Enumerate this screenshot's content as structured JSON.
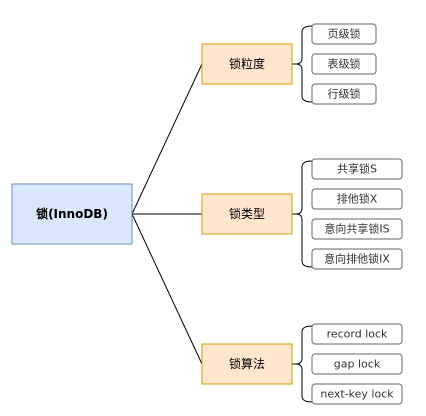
{
  "root": {
    "label": "锁(InnoDB)",
    "fill": "#dae8fc",
    "stroke": "#6c8ebf"
  },
  "categories": [
    {
      "label": "锁粒度",
      "items": [
        "页级锁",
        "表级锁",
        "行级锁"
      ]
    },
    {
      "label": "锁类型",
      "items": [
        "共享锁S",
        "排他锁X",
        "意向共享锁IS",
        "意向排他锁IX"
      ]
    },
    {
      "label": "锁算法",
      "items": [
        "record lock",
        "gap lock",
        "next-key lock"
      ]
    }
  ],
  "colors": {
    "category_fill": "#ffe6cc",
    "category_stroke": "#d79b00",
    "leaf_fill": "#ffffff",
    "leaf_stroke": "#666666",
    "leaf_text": "#333333",
    "edge": "#000000"
  }
}
